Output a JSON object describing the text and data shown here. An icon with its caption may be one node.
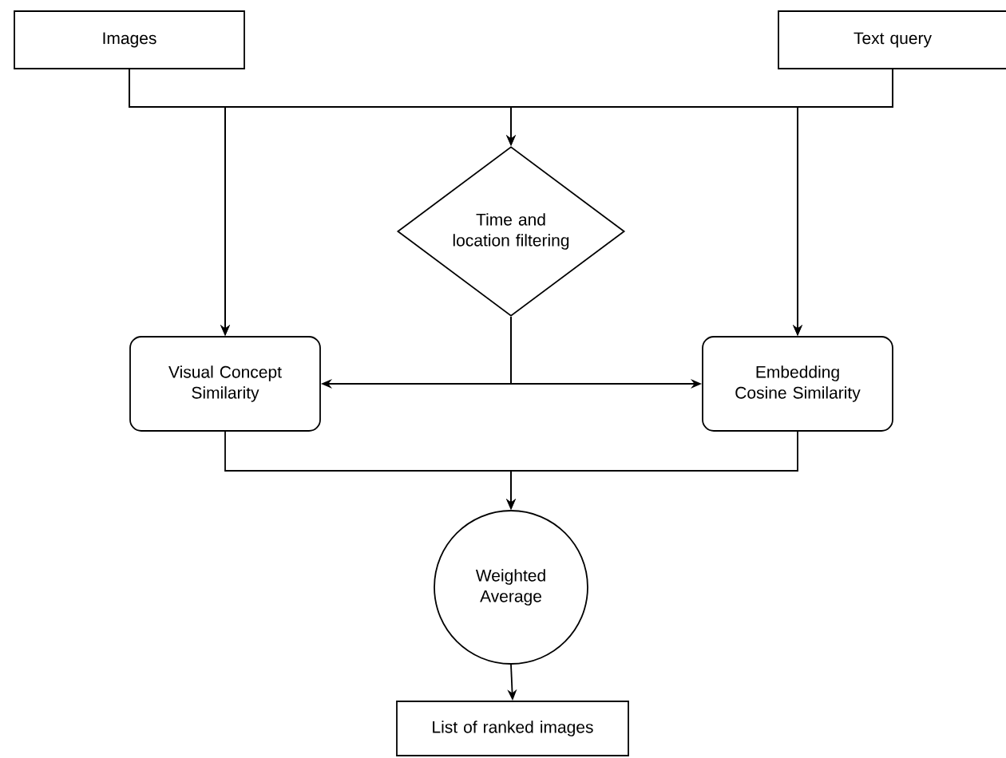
{
  "diagram": {
    "nodes": [
      {
        "text": [
          "Images"
        ]
      },
      {
        "text": [
          "Text query"
        ]
      },
      {
        "text": [
          "Time and location filtering"
        ]
      },
      {
        "text": [
          "Visual Concept Similarity"
        ]
      },
      {
        "text": [
          "Embedding Cosine Similarity"
        ]
      },
      {
        "text": [
          "Weighted Average"
        ]
      },
      {
        "text": [
          "List of ranked images"
        ]
      }
    ],
    "edges": [
      {
        "from": 0,
        "to": 3,
        "arrow": "to"
      },
      {
        "from": 0,
        "to": 2,
        "arrow": "to"
      },
      {
        "from": 0,
        "to": 4,
        "arrow": "to"
      },
      {
        "from": 1,
        "to": 3,
        "arrow": "to"
      },
      {
        "from": 1,
        "to": 2,
        "arrow": "to"
      },
      {
        "from": 1,
        "to": 4,
        "arrow": "to"
      },
      {
        "from": 2,
        "to": 3,
        "arrow": "to"
      },
      {
        "from": 2,
        "to": 4,
        "arrow": "to"
      },
      {
        "from": 3,
        "to": 5,
        "arrow": "to"
      },
      {
        "from": 4,
        "to": 5,
        "arrow": "to"
      },
      {
        "from": 5,
        "to": 6,
        "arrow": "to"
      }
    ]
  }
}
